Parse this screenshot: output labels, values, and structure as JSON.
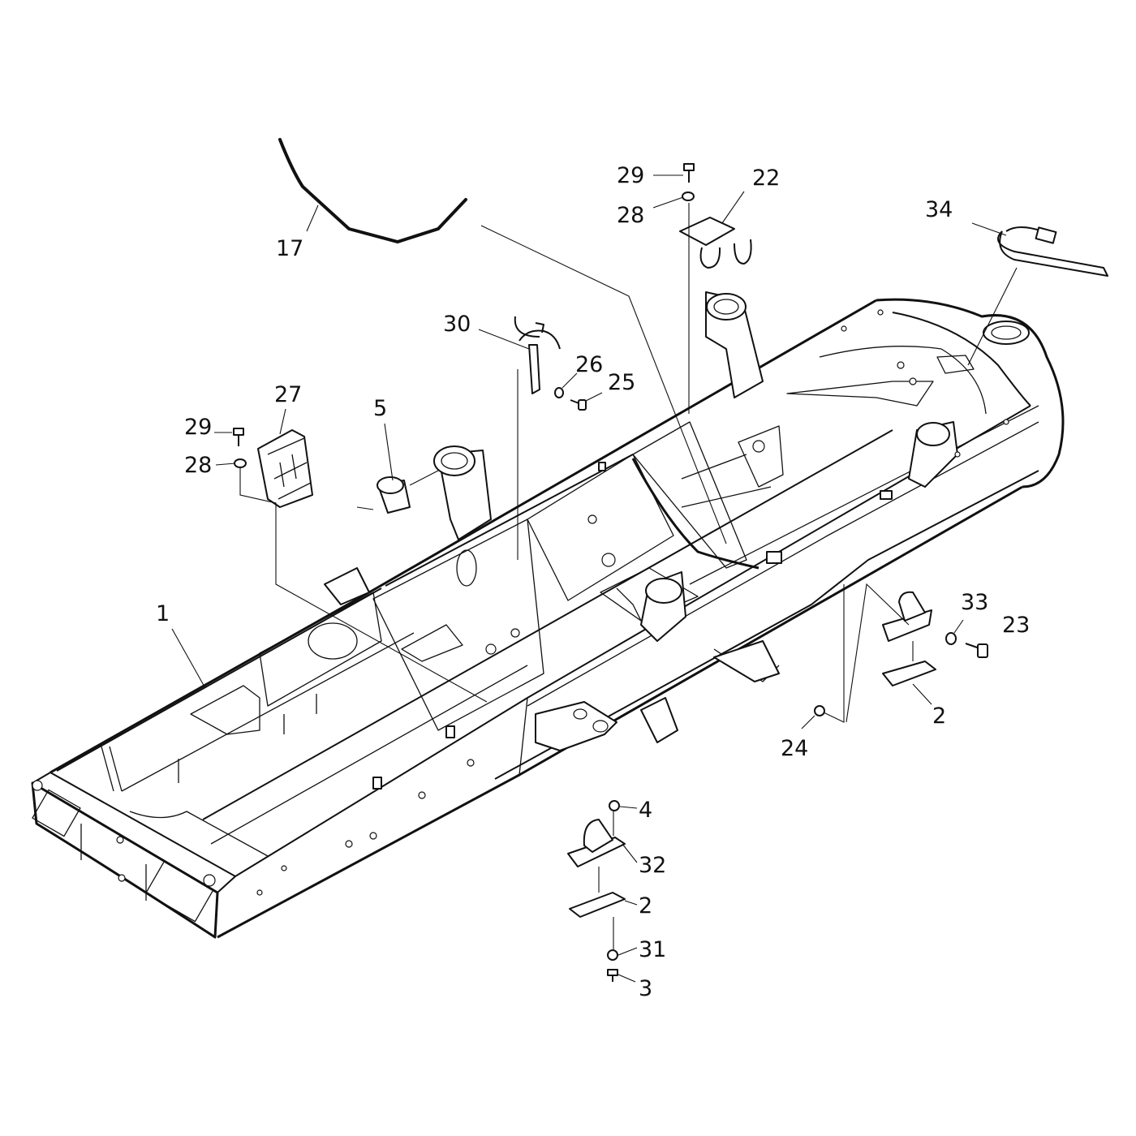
{
  "callouts": [
    {
      "id": "c17",
      "label": "17"
    },
    {
      "id": "c29a",
      "label": "29"
    },
    {
      "id": "c22",
      "label": "22"
    },
    {
      "id": "c28a",
      "label": "28"
    },
    {
      "id": "c34",
      "label": "34"
    },
    {
      "id": "c30",
      "label": "30"
    },
    {
      "id": "c26",
      "label": "26"
    },
    {
      "id": "c25",
      "label": "25"
    },
    {
      "id": "c27",
      "label": "27"
    },
    {
      "id": "c5",
      "label": "5"
    },
    {
      "id": "c29b",
      "label": "29"
    },
    {
      "id": "c28b",
      "label": "28"
    },
    {
      "id": "c1",
      "label": "1"
    },
    {
      "id": "c33",
      "label": "33"
    },
    {
      "id": "c23",
      "label": "23"
    },
    {
      "id": "c2a",
      "label": "2"
    },
    {
      "id": "c24",
      "label": "24"
    },
    {
      "id": "c4",
      "label": "4"
    },
    {
      "id": "c32",
      "label": "32"
    },
    {
      "id": "c2b",
      "label": "2"
    },
    {
      "id": "c31",
      "label": "31"
    },
    {
      "id": "c3",
      "label": "3"
    }
  ]
}
